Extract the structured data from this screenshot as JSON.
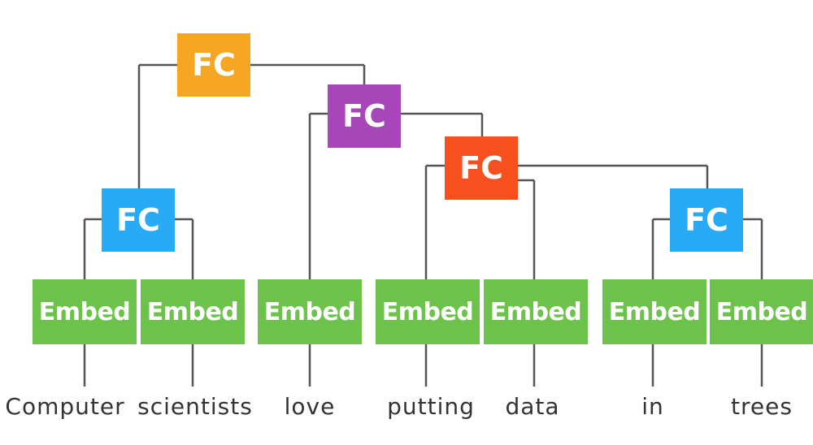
{
  "colors": {
    "embed": "#6cc24a",
    "fc_root": "#f5a623",
    "fc_level2": "#a646b8",
    "fc_level3": "#f5501e",
    "fc_leaf": "#29aaf4",
    "edge": "#555555"
  },
  "nodes": {
    "fc_root": "FC",
    "fc_left": "FC",
    "fc_level2": "FC",
    "fc_level3": "FC",
    "fc_right": "FC",
    "embed_label": "Embed"
  },
  "words": [
    "Computer",
    "scientists",
    "love",
    "putting",
    "data",
    "in",
    "trees"
  ]
}
